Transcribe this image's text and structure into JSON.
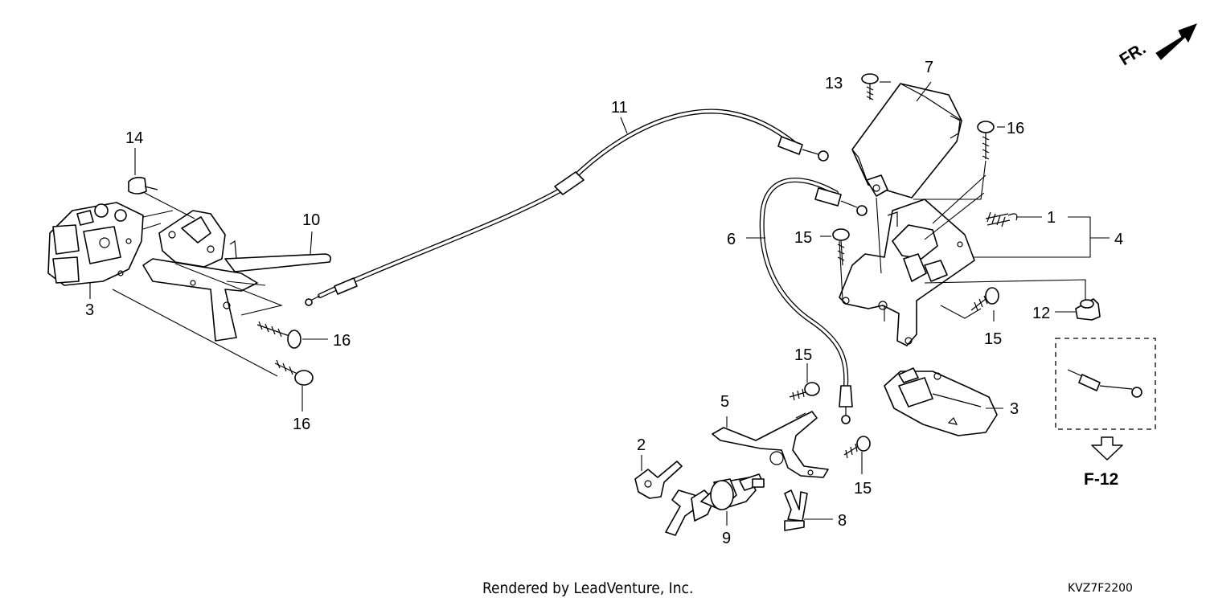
{
  "diagram": {
    "direction_marker": "FR.",
    "reference_box_label": "F-12",
    "footer_text": "Rendered by LeadVenture, Inc.",
    "diagram_code": "KVZ7F2200",
    "callouts": {
      "c1": "1",
      "c2": "2",
      "c3a": "3",
      "c3b": "3",
      "c4": "4",
      "c5": "5",
      "c6": "6",
      "c7": "7",
      "c8": "8",
      "c9": "9",
      "c10": "10",
      "c11": "11",
      "c12": "12",
      "c13": "13",
      "c14": "14",
      "c15a": "15",
      "c15b": "15",
      "c15c": "15",
      "c15d": "15",
      "c16a": "16",
      "c16b": "16",
      "c16c": "16"
    },
    "colors": {
      "line": "#000000",
      "background": "#ffffff"
    }
  }
}
